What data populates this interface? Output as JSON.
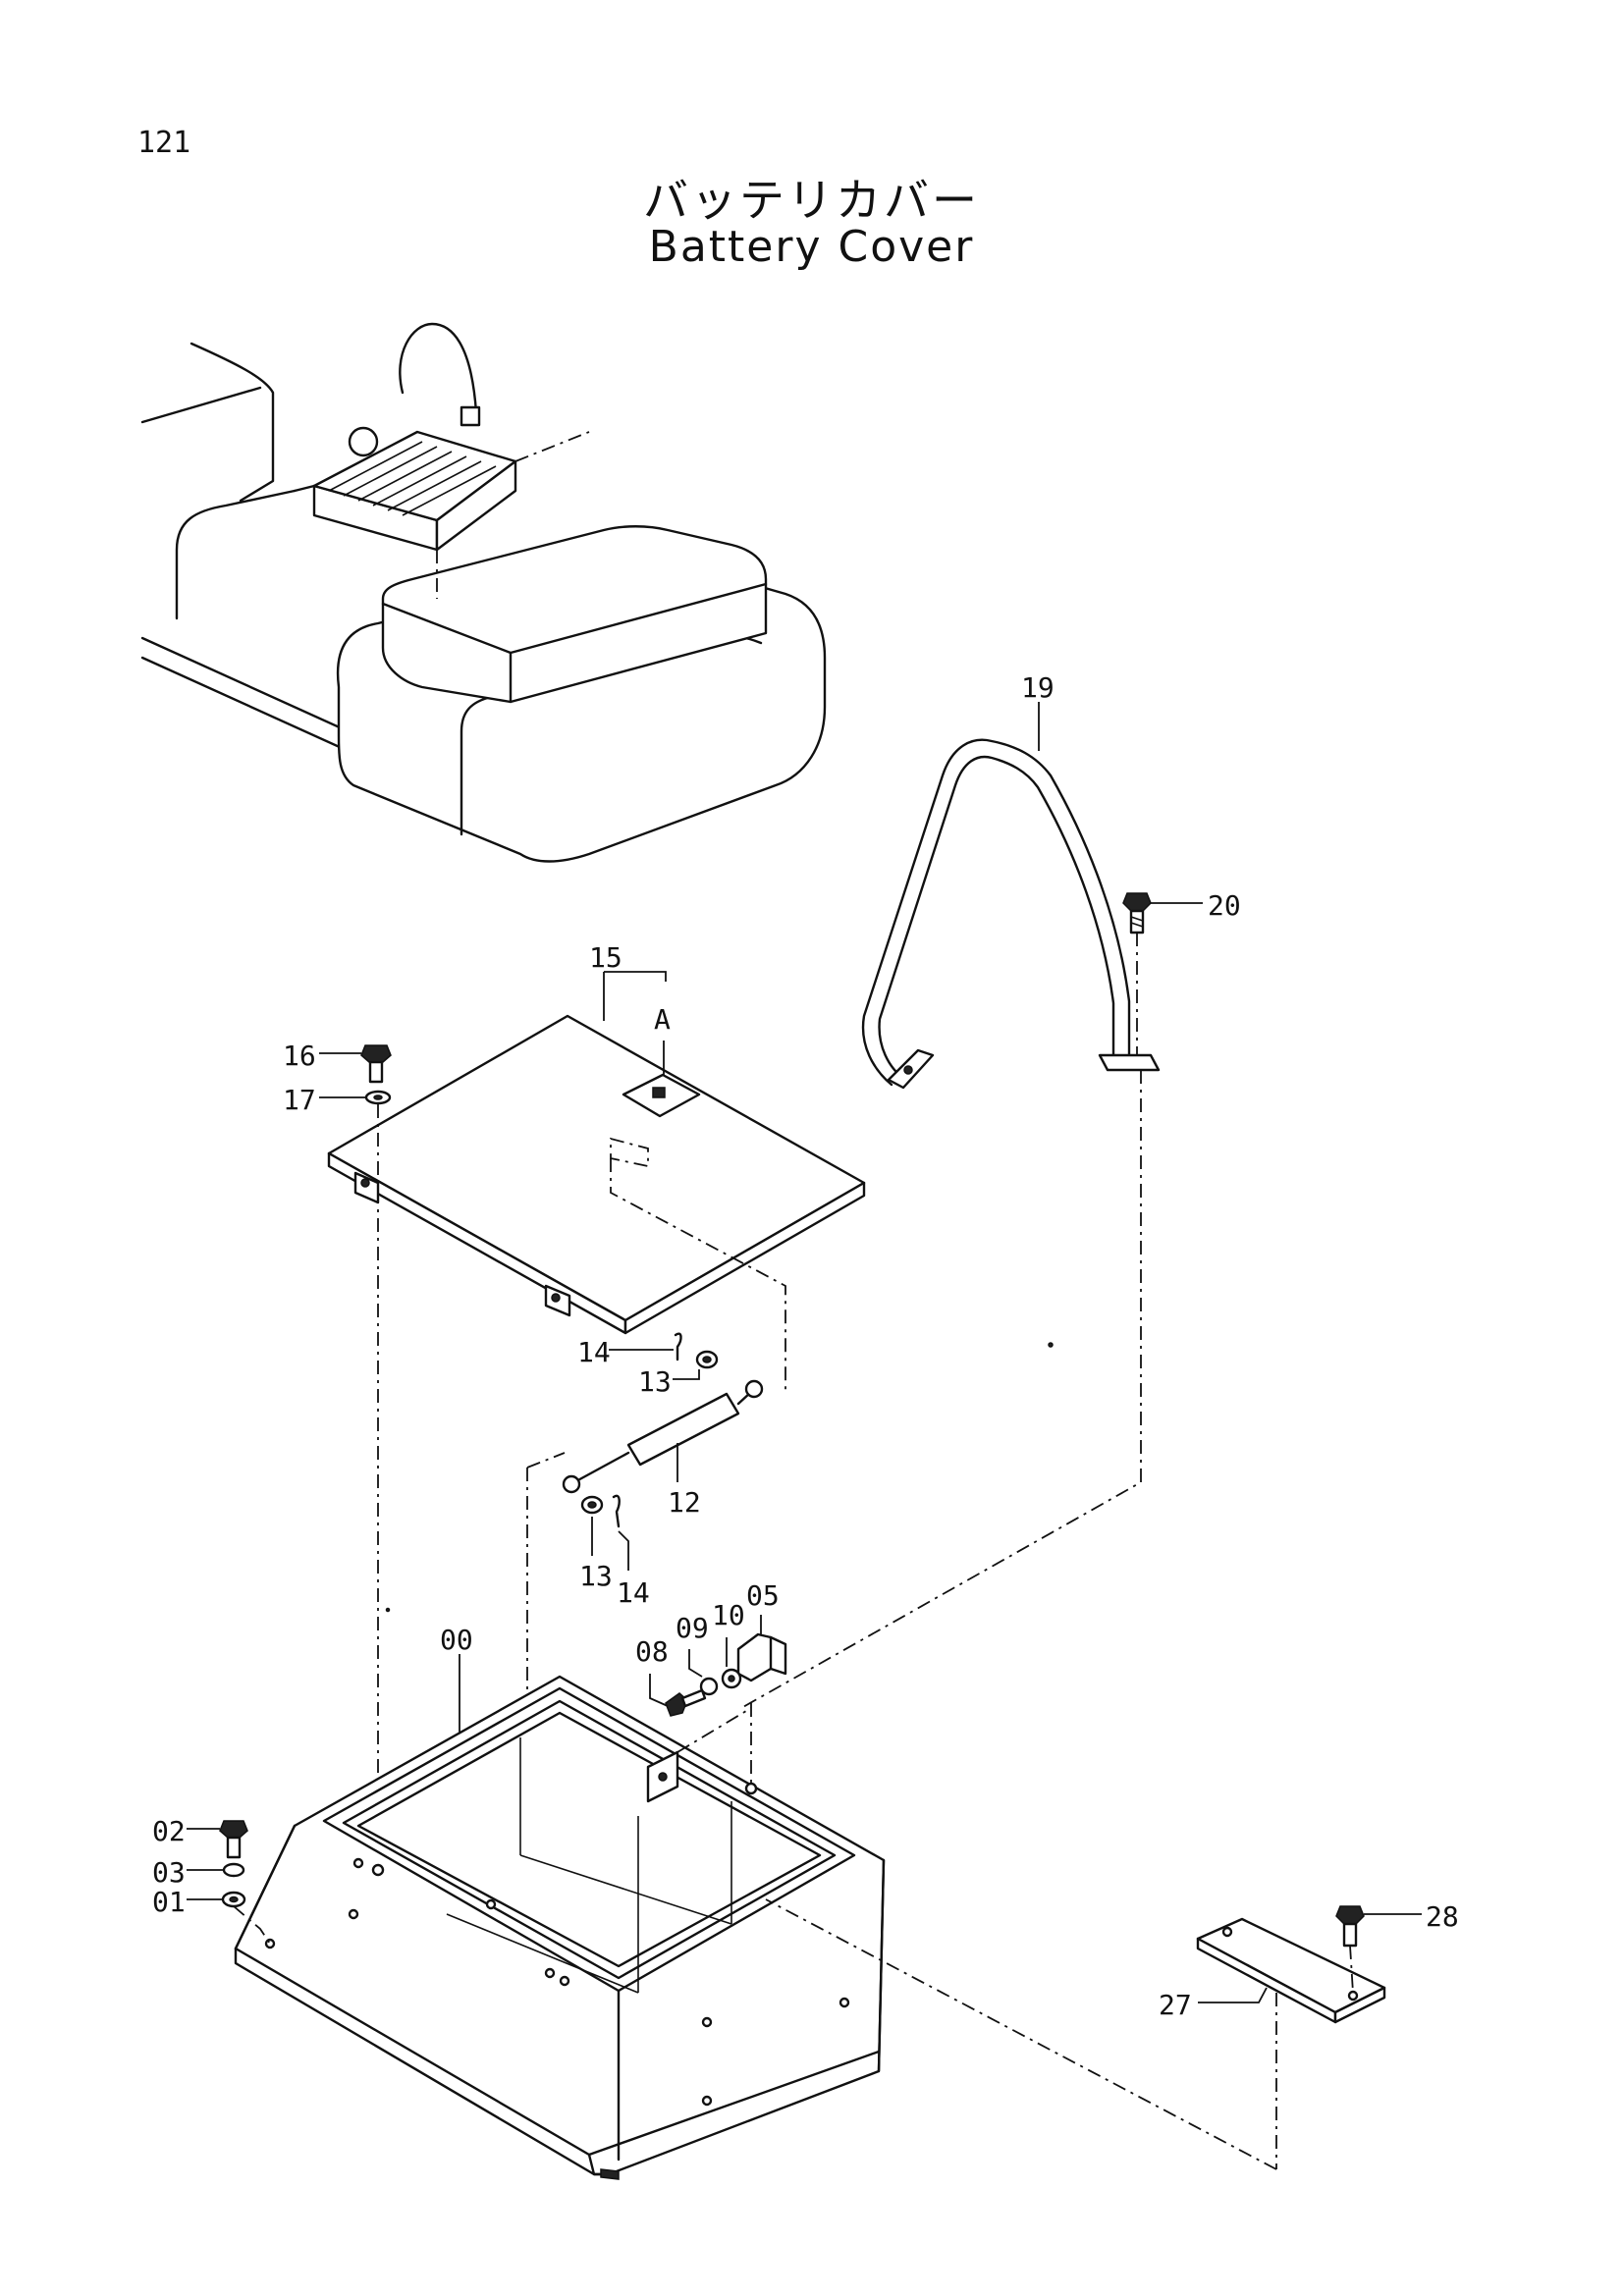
{
  "page": {
    "number": "121",
    "title_jp": "バッテリカバー",
    "title_en": "Battery Cover"
  },
  "diagram": {
    "callouts": {
      "c19": "19",
      "c20": "20",
      "c15": "15",
      "cA": "A",
      "c16": "16",
      "c17": "17",
      "c14a": "14",
      "c13a": "13",
      "c12": "12",
      "c13b": "13",
      "c14b": "14",
      "c05": "05",
      "c10": "10",
      "c09": "09",
      "c08": "08",
      "c00": "00",
      "c02": "02",
      "c03": "03",
      "c01": "01",
      "c28": "28",
      "c27": "27"
    }
  }
}
